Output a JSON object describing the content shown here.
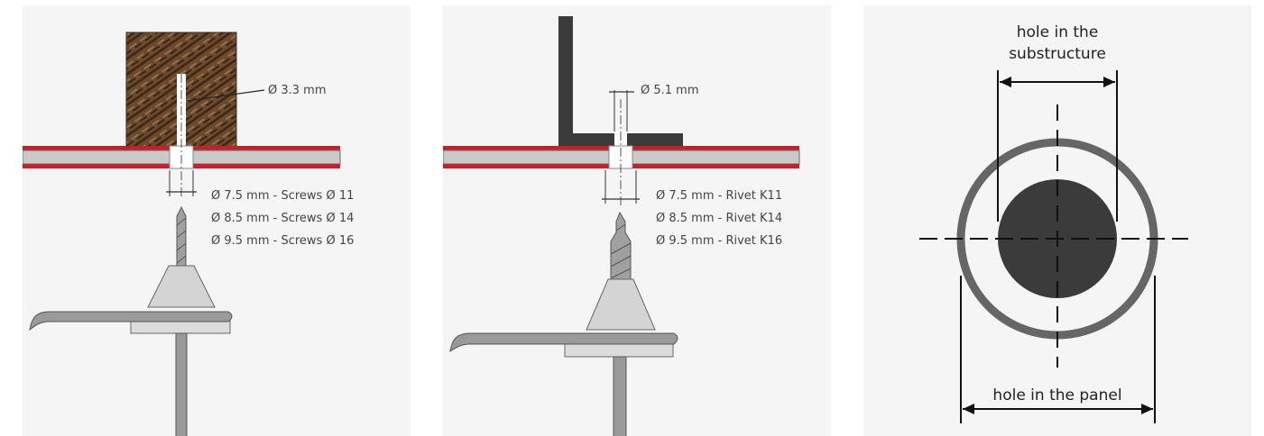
{
  "panel_screw": {
    "hole_label": "Ø 3.3 mm",
    "sizes": [
      "Ø 7.5 mm - Screws Ø 11",
      "Ø 8.5 mm - Screws Ø 14",
      "Ø 9.5 mm - Screws Ø 16"
    ]
  },
  "panel_rivet": {
    "hole_label": "Ø 5.1 mm",
    "sizes": [
      "Ø 7.5 mm - Rivet K11",
      "Ø 8.5 mm - Rivet K14",
      "Ø 9.5 mm - Rivet K16"
    ]
  },
  "panel_holes": {
    "top_label_line1": "hole in the",
    "top_label_line2": "substructure",
    "bottom_label": "hole in the panel"
  },
  "colors": {
    "background": "#f5f5f5",
    "panel_red": "#c8202a",
    "panel_core": "#c9c9c9",
    "wood": "#6b4a2e",
    "steel_dark": "#3b3b3b",
    "drill": "#a0a0a0"
  }
}
